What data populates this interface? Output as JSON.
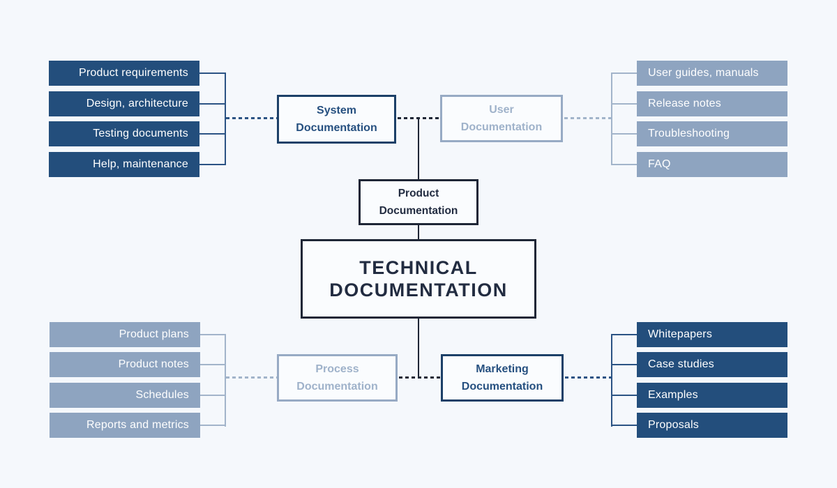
{
  "nodes": {
    "root": {
      "label": "TECHNICAL DOCUMENTATION"
    },
    "product": {
      "label": "Product Documentation"
    }
  },
  "branches": [
    {
      "key": "system",
      "label": "System Documentation",
      "emphasis": "dark",
      "items": [
        "Product requirements",
        "Design, architecture",
        "Testing documents",
        "Help, maintenance"
      ]
    },
    {
      "key": "user",
      "label": "User Documentation",
      "emphasis": "light",
      "items": [
        "User guides, manuals",
        "Release notes",
        "Troubleshooting",
        "FAQ"
      ]
    },
    {
      "key": "process",
      "label": "Process Documentation",
      "emphasis": "light",
      "items": [
        "Product plans",
        "Product notes",
        "Schedules",
        "Reports and metrics"
      ]
    },
    {
      "key": "marketing",
      "label": "Marketing Documentation",
      "emphasis": "dark",
      "items": [
        "Whitepapers",
        "Case studies",
        "Examples",
        "Proposals"
      ]
    }
  ],
  "colors": {
    "background": "#f5f8fc",
    "dark_fill": "#234e7c",
    "light_fill": "#8ea4c0",
    "dark_accent_border": "#1c4068",
    "dark_accent_text": "#265080",
    "light_accent": "#9fb2ca",
    "ink": "#1e2636",
    "connector_blue": "#2b5384",
    "connector_light": "#a2b4ca",
    "item_text": "#ffffff"
  }
}
